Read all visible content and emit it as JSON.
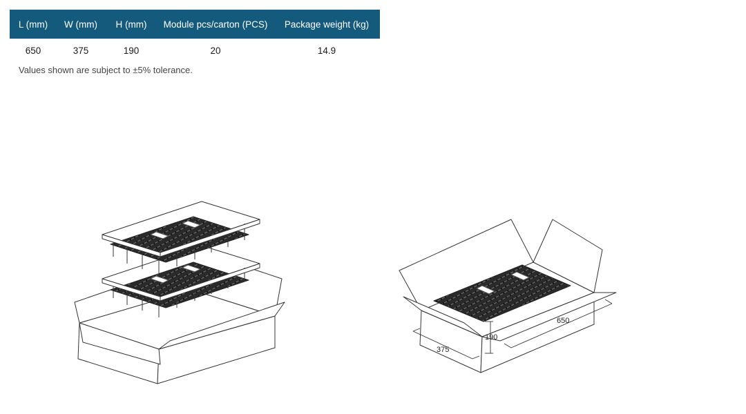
{
  "table": {
    "headers": [
      "L (mm)",
      "W (mm)",
      "H (mm)",
      "Module pcs/carton (PCS)",
      "Package weight (kg)"
    ],
    "rows": [
      [
        "650",
        "375",
        "190",
        "20",
        "14.9"
      ]
    ]
  },
  "note": "Values shown are subject to  ±5% tolerance.",
  "figures": {
    "packed_box": {
      "dimension_labels": {
        "length": "650",
        "width": "375",
        "height": "190"
      }
    }
  },
  "colors": {
    "header_bg": "#135a7c",
    "header_text": "#ffffff",
    "line": "#333333",
    "module_dark": "#1e1e1e"
  }
}
